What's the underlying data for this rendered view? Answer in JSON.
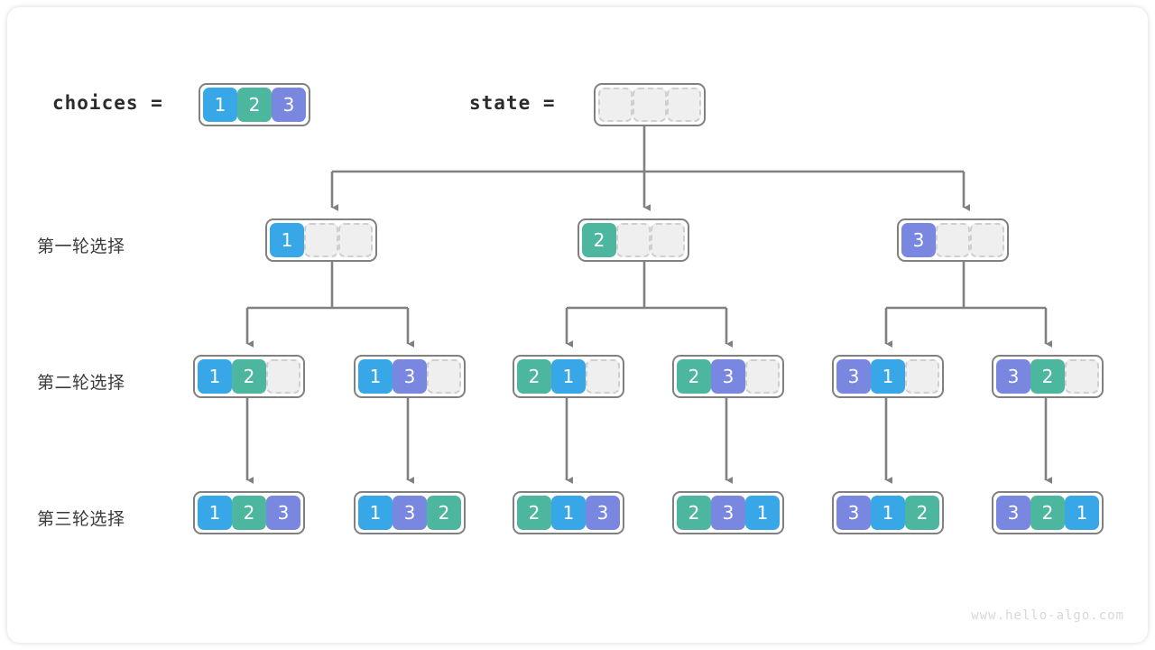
{
  "diagram": {
    "title": "permutations-backtracking-tree",
    "watermark": "www.hello-algo.com",
    "colors": {
      "value_1": "#37a7e8",
      "value_2": "#4cb79e",
      "value_3": "#7a87e0",
      "empty_cell": "#efefef",
      "box_border": "#808080",
      "edge": "#808080",
      "text": "#3a3a3a"
    }
  },
  "header": {
    "choices_label": "choices =",
    "choices_values": [
      "1",
      "2",
      "3"
    ],
    "state_label": "state =",
    "state_values": [
      "",
      "",
      ""
    ]
  },
  "rows": [
    {
      "label": "第一轮选择",
      "nodes": [
        {
          "values": [
            "1",
            "",
            ""
          ]
        },
        {
          "values": [
            "2",
            "",
            ""
          ]
        },
        {
          "values": [
            "3",
            "",
            ""
          ]
        }
      ]
    },
    {
      "label": "第二轮选择",
      "nodes": [
        {
          "values": [
            "1",
            "2",
            ""
          ]
        },
        {
          "values": [
            "1",
            "3",
            ""
          ]
        },
        {
          "values": [
            "2",
            "1",
            ""
          ]
        },
        {
          "values": [
            "2",
            "3",
            ""
          ]
        },
        {
          "values": [
            "3",
            "1",
            ""
          ]
        },
        {
          "values": [
            "3",
            "2",
            ""
          ]
        }
      ]
    },
    {
      "label": "第三轮选择",
      "nodes": [
        {
          "values": [
            "1",
            "2",
            "3"
          ]
        },
        {
          "values": [
            "1",
            "3",
            "2"
          ]
        },
        {
          "values": [
            "2",
            "1",
            "3"
          ]
        },
        {
          "values": [
            "2",
            "3",
            "1"
          ]
        },
        {
          "values": [
            "3",
            "1",
            "2"
          ]
        },
        {
          "values": [
            "3",
            "2",
            "1"
          ]
        }
      ]
    }
  ]
}
